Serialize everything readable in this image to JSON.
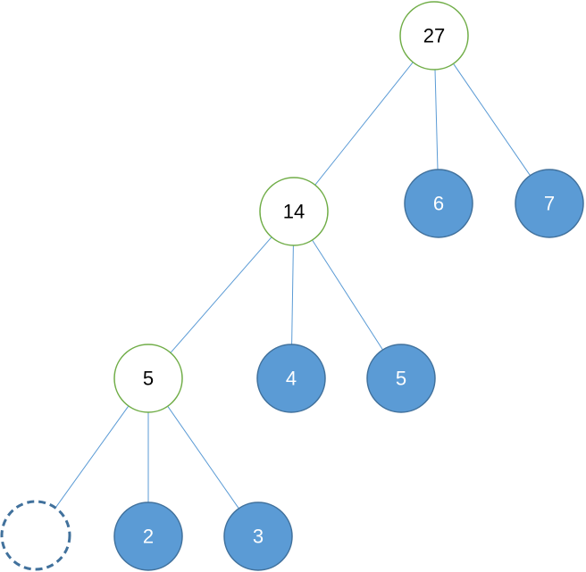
{
  "colors": {
    "edge": "#5B9BD5",
    "internal_stroke": "#70AD47",
    "internal_fill": "#FFFFFF",
    "internal_text": "#000000",
    "leaf_fill": "#5B9BD5",
    "leaf_stroke": "#41719C",
    "leaf_text": "#FFFFFF",
    "empty_stroke": "#41719C"
  },
  "tree": {
    "nodes": [
      {
        "id": "n27",
        "label": "27",
        "kind": "internal"
      },
      {
        "id": "n14",
        "label": "14",
        "kind": "internal"
      },
      {
        "id": "n6",
        "label": "6",
        "kind": "leaf"
      },
      {
        "id": "n7",
        "label": "7",
        "kind": "leaf"
      },
      {
        "id": "n5i",
        "label": "5",
        "kind": "internal"
      },
      {
        "id": "n4",
        "label": "4",
        "kind": "leaf"
      },
      {
        "id": "n5l",
        "label": "5",
        "kind": "leaf"
      },
      {
        "id": "nempty",
        "label": "",
        "kind": "empty"
      },
      {
        "id": "n2",
        "label": "2",
        "kind": "leaf"
      },
      {
        "id": "n3",
        "label": "3",
        "kind": "leaf"
      }
    ],
    "edges": [
      {
        "from": "n27",
        "to": "n14"
      },
      {
        "from": "n27",
        "to": "n6"
      },
      {
        "from": "n27",
        "to": "n7"
      },
      {
        "from": "n14",
        "to": "n5i"
      },
      {
        "from": "n14",
        "to": "n4"
      },
      {
        "from": "n14",
        "to": "n5l"
      },
      {
        "from": "n5i",
        "to": "nempty"
      },
      {
        "from": "n5i",
        "to": "n2"
      },
      {
        "from": "n5i",
        "to": "n3"
      }
    ]
  }
}
